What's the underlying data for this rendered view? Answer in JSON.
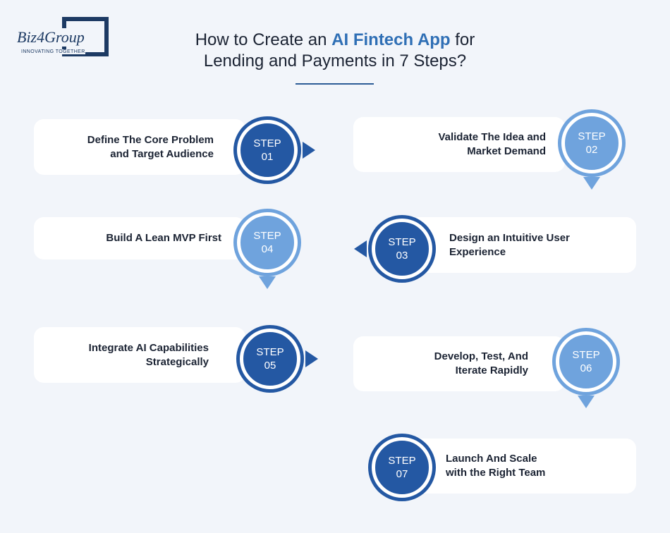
{
  "logo": {
    "word": "Biz4Group",
    "tagline": "INNOVATING TOGETHER"
  },
  "title": {
    "prefix": "How to Create an ",
    "highlight": "AI Fintech App",
    "suffix": " for",
    "line2": "Lending and Payments in 7 Steps?"
  },
  "colors": {
    "dark_step": "#2458a3",
    "light_step": "#6fa3dd",
    "title_highlight": "#2f6fb5"
  },
  "steps": [
    {
      "label": "STEP",
      "number": "01",
      "line1": "Define The Core Problem",
      "line2": "and Target Audience",
      "shade": "dark",
      "arrow": "right"
    },
    {
      "label": "STEP",
      "number": "02",
      "line1": "Validate The Idea and",
      "line2": "Market Demand",
      "shade": "light",
      "arrow": "down"
    },
    {
      "label": "STEP",
      "number": "03",
      "line1": "Design an Intuitive User",
      "line2": "Experience",
      "shade": "dark",
      "arrow": "left"
    },
    {
      "label": "STEP",
      "number": "04",
      "line1": "Build A Lean MVP First",
      "line2": "",
      "shade": "light",
      "arrow": "down"
    },
    {
      "label": "STEP",
      "number": "05",
      "line1": "Integrate AI Capabilities",
      "line2": "Strategically",
      "shade": "dark",
      "arrow": "right"
    },
    {
      "label": "STEP",
      "number": "06",
      "line1": "Develop, Test, And",
      "line2": "Iterate Rapidly",
      "shade": "light",
      "arrow": "down"
    },
    {
      "label": "STEP",
      "number": "07",
      "line1": "Launch And Scale",
      "line2": "with the Right Team",
      "shade": "dark",
      "arrow": "none"
    }
  ]
}
